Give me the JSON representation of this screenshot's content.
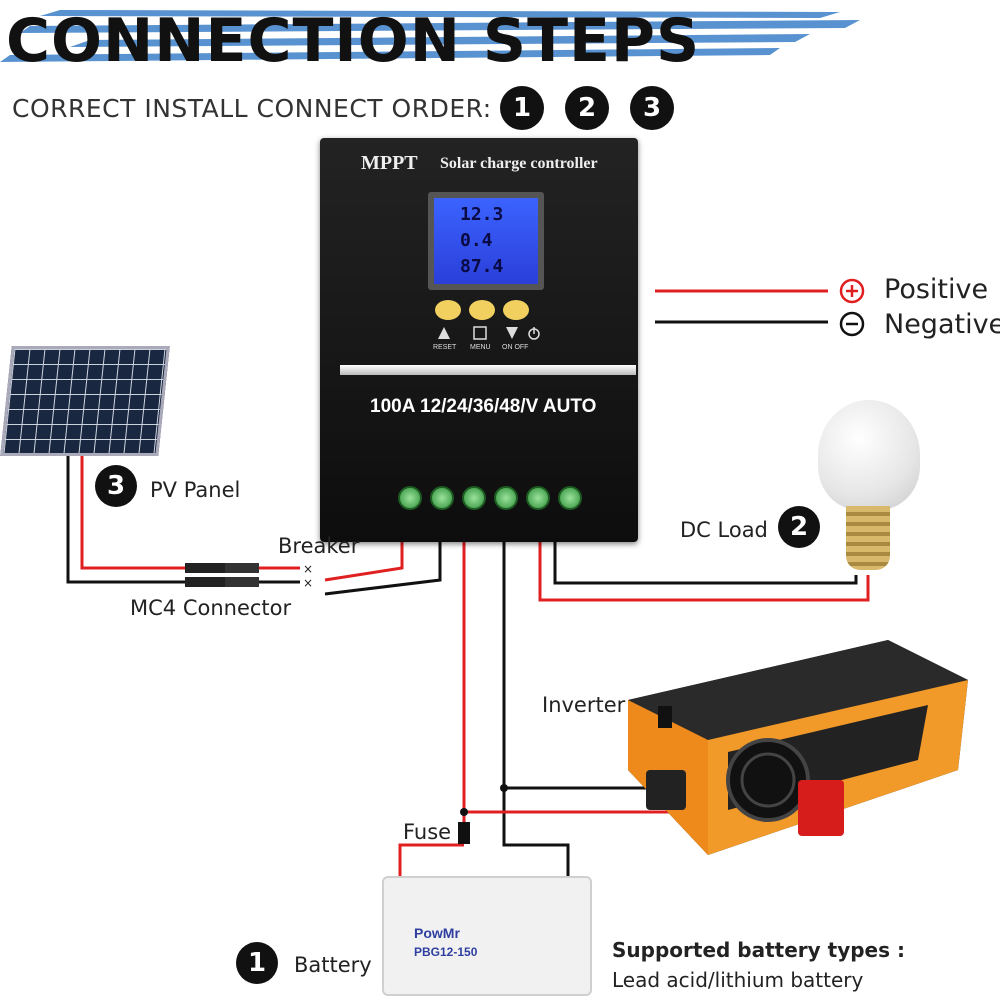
{
  "header": {
    "title": "CONNECTION STEPS",
    "subtitle": "CORRECT INSTALL CONNECT ORDER:",
    "order_steps": [
      "1",
      "2",
      "3"
    ]
  },
  "controller": {
    "brand": "MPPT",
    "name": "Solar charge controller",
    "lcd_lines": [
      "12.3",
      "0.4",
      "87.4"
    ],
    "buttons": [
      {
        "icon": "up-triangle-icon",
        "label": "RESET"
      },
      {
        "icon": "menu-icon",
        "label": "MENU"
      },
      {
        "icon": "power-icon",
        "label": "ON OFF"
      }
    ],
    "rating": "100A 12/24/36/48/V AUTO"
  },
  "legend": {
    "positive": "Positive",
    "negative": "Negative",
    "positive_color": "#e02020",
    "negative_color": "#111111"
  },
  "components": {
    "pv_panel": {
      "step": "3",
      "label": "PV Panel"
    },
    "dc_load": {
      "step": "2",
      "label": "DC Load"
    },
    "battery": {
      "step": "1",
      "label": "Battery",
      "brand": "PowMr",
      "model": "PBG12-150"
    },
    "breaker": "Breaker",
    "mc4": "MC4 Connector",
    "inverter": "Inverter",
    "fuse": "Fuse"
  },
  "supported": {
    "title": "Supported battery types :",
    "value": "Lead acid/lithium battery"
  }
}
